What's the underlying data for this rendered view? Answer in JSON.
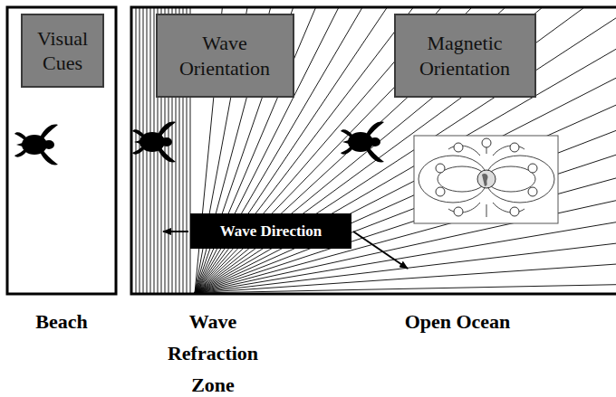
{
  "diagram": {
    "nodes": [
      {
        "text": [
          "Visual Cues"
        ]
      },
      {
        "text": [
          "Wave Orientation"
        ]
      },
      {
        "text": [
          "Magnetic Orientation"
        ]
      },
      {
        "text": [
          "Wave Direction"
        ]
      }
    ],
    "labels": [
      "Beach",
      "Wave Refraction Zone",
      "Open Ocean"
    ]
  }
}
